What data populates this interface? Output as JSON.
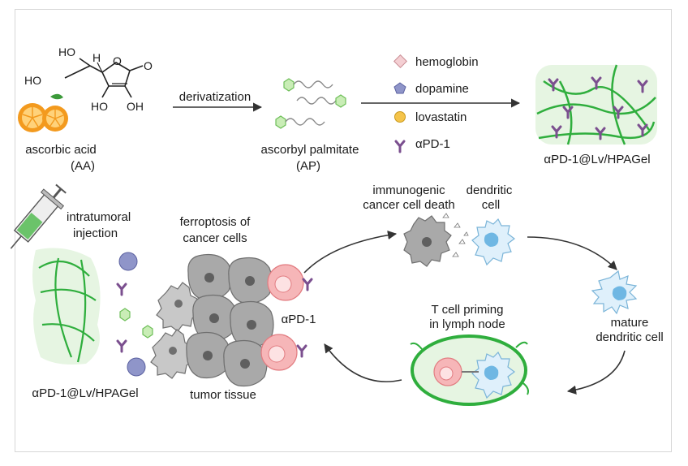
{
  "figure": {
    "molecule_labels": {
      "ho_top": "HO",
      "ho_left": "HO",
      "h": "H",
      "o_ring": "O",
      "o_carbonyl": "O",
      "ho_bottom": "HO",
      "oh_bottom": "OH"
    },
    "ascorbic_acid": {
      "name": "ascorbic acid",
      "abbr": "(AA)"
    },
    "derivatization": "derivatization",
    "ascorbyl_palmitate": {
      "name": "ascorbyl palmitate",
      "abbr": "(AP)"
    },
    "legend": [
      {
        "label": "hemoglobin",
        "icon": "diamond-icon",
        "color": "#f4cfd3"
      },
      {
        "label": "dopamine",
        "icon": "pentagon-icon",
        "color": "#8f95c9"
      },
      {
        "label": "lovastatin",
        "icon": "circle-icon",
        "color": "#f5c44a"
      },
      {
        "label": "αPD-1",
        "icon": "antibody-icon",
        "color": "#7b4f8f"
      }
    ],
    "gel_product": "αPD-1@Lv/HPAGel",
    "injection": {
      "line1": "intratumoral",
      "line2": "injection"
    },
    "ferroptosis": {
      "line1": "ferroptosis of",
      "line2": "cancer cells"
    },
    "icd": {
      "line1": "immunogenic",
      "line2": "cancer cell death"
    },
    "dendritic_cell": {
      "line1": "dendritic",
      "line2": "cell"
    },
    "apd1_label": "αPD-1",
    "tcell": {
      "line1": "T cell priming",
      "line2": "in lymph node"
    },
    "mature_dc": {
      "line1": "mature",
      "line2": "dendritic cell"
    },
    "gel_bottom": "αPD-1@Lv/HPAGel",
    "tumor_tissue": "tumor tissue",
    "colors": {
      "gel_green": "#2fae3d",
      "gel_bg": "#e6f5e2",
      "tumor_cell": "#a9a9a9",
      "t_cell": "#f6b6b8",
      "dendritic": "#a7d3ef",
      "antibody": "#7b4f8f",
      "orange": "#f39a1e"
    }
  }
}
